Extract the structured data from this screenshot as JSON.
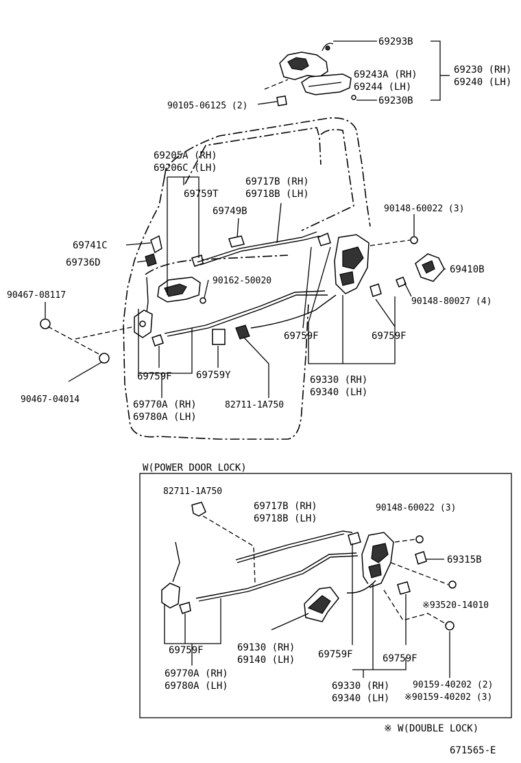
{
  "labels": {
    "p69293B": "69293B",
    "p69230": "69230 (RH)",
    "p69240": "69240 (LH)",
    "p69243A": "69243A (RH)",
    "p69244": "69244  (LH)",
    "p69230B": "69230B",
    "p90105": "90105-06125 (2)",
    "p69205A": "69205A (RH)",
    "p69206C": "69206C (LH)",
    "p69717B_top": "69717B (RH)",
    "p69718B_top": "69718B (LH)",
    "p69759T": "69759T",
    "p69749B": "69749B",
    "p90148_60022_top": "90148-60022 (3)",
    "p69741C": "69741C",
    "p69736D": "69736D",
    "p69410B": "69410B",
    "p90162": "90162-50020",
    "p90148_80027": "90148-80027 (4)",
    "p90467_08117": "90467-08117",
    "p69759F_a": "69759F",
    "p69759F_b": "69759F",
    "p69759F_c": "69759F",
    "p69759Y": "69759Y",
    "p69330_top": "69330 (RH)",
    "p69340_top": "69340 (LH)",
    "p90467_04014": "90467-04014",
    "p69770A_top": "69770A (RH)",
    "p69780A_top": "69780A (LH)",
    "p82711_top": "82711-1A750"
  },
  "inset": {
    "title": "W(POWER DOOR LOCK)",
    "p82711": "82711-1A750",
    "p69717B": "69717B (RH)",
    "p69718B": "69718B (LH)",
    "p90148_60022": "90148-60022 (3)",
    "p69315B": "69315B",
    "p93520": "※93520-14010",
    "p69759F_a": "69759F",
    "p69130": "69130 (RH)",
    "p69140": "69140 (LH)",
    "p69759F_b": "69759F",
    "p69759F_c": "69759F",
    "p69770A": "69770A (RH)",
    "p69780A": "69780A (LH)",
    "p69330": "69330 (RH)",
    "p69340": "69340 (LH)",
    "p90159_a": "90159-40202 (2)",
    "p90159_b": "※90159-40202 (3)"
  },
  "footnote": "※ W(DOUBLE LOCK)",
  "figure_id": "671565-E"
}
